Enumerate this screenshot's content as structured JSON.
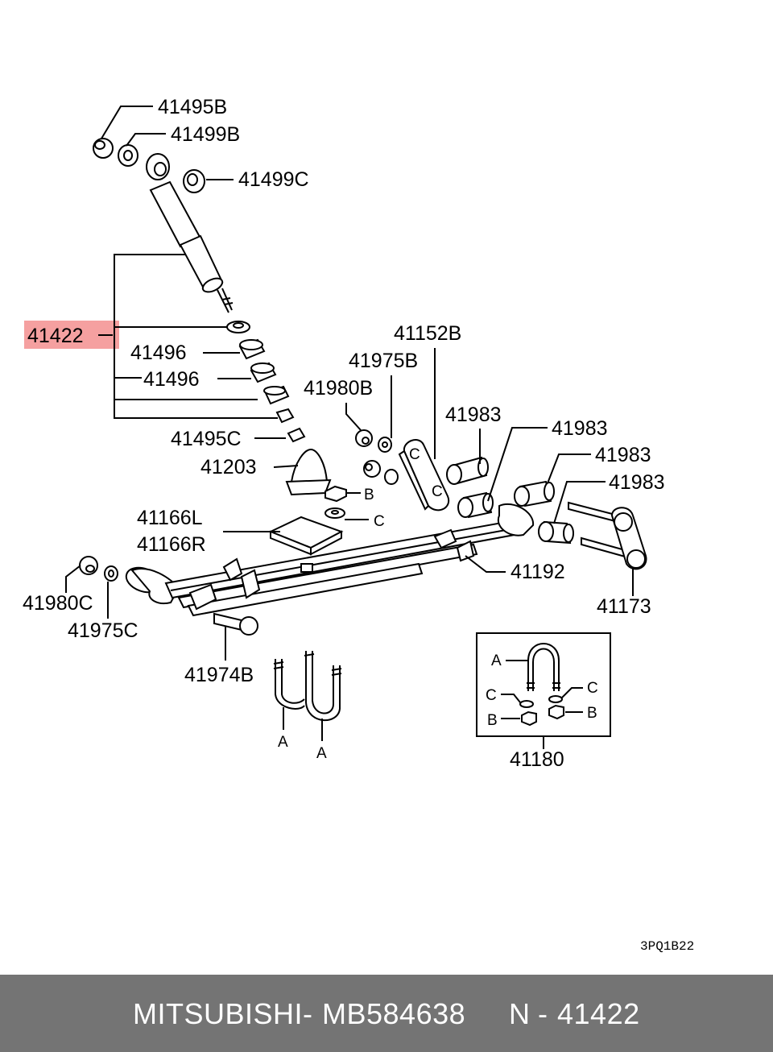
{
  "labels": {
    "p41495B": "41495B",
    "p41499B": "41499B",
    "p41499C": "41499C",
    "p41422": "41422",
    "p41496a": "41496",
    "p41496b": "41496",
    "p41495C": "41495C",
    "p41203": "41203",
    "p41166L": "41166L",
    "p41166R": "41166R",
    "p41980C": "41980C",
    "p41975C": "41975C",
    "p41974B": "41974B",
    "p41152B": "41152B",
    "p41975B": "41975B",
    "p41980B": "41980B",
    "p41983a": "41983",
    "p41983b": "41983",
    "p41983c": "41983",
    "p41983d": "41983",
    "p41192": "41192",
    "p41173": "41173",
    "p41180": "41180",
    "keyB1": "B",
    "keyC1": "C",
    "keyA1": "A",
    "keyA2": "A",
    "boxA": "A",
    "boxC1": "C",
    "boxC2": "C",
    "boxB1": "B",
    "boxB2": "B"
  },
  "diagram_code": "3PQ1B22",
  "highlight_color": "#f5a0a0",
  "footer": {
    "brand": "MITSUBISHI",
    "sep1": "-",
    "part_number": "MB584638",
    "n_label": "N",
    "sep2": "-",
    "n_value": "41422",
    "background": "#747474"
  }
}
